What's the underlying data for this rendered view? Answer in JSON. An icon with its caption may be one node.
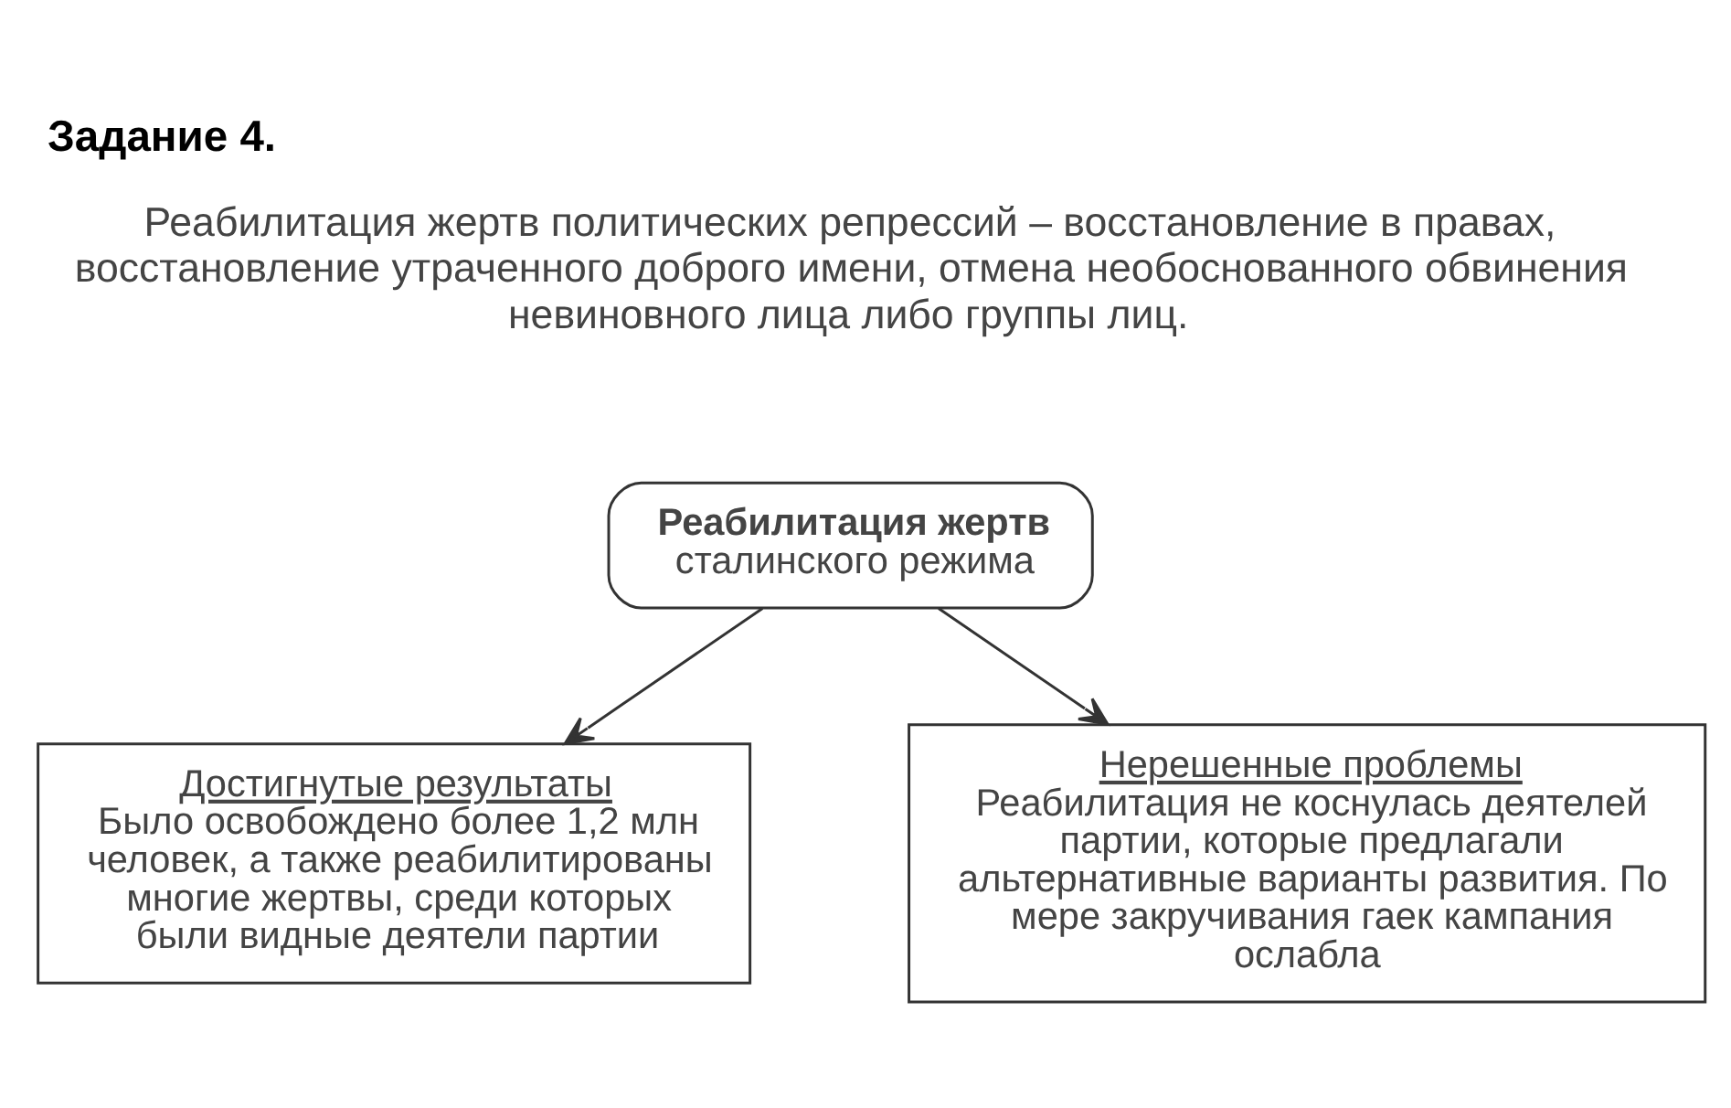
{
  "diagram": {
    "title": "Задание 4.",
    "nodes": [
      {
        "text": [
          "Реабилитация жертв",
          "сталинского режима"
        ]
      },
      {
        "text": [
          "Достигнутые результаты",
          "Было освобождено более 1,2 млн человек, а также реабилитированы многие жертвы, среди которых были видные деятели партии"
        ]
      },
      {
        "text": [
          "Нерешенные проблемы",
          "Реабилитация не коснулась деятелей партии, которые предлагали альтернативные варианты развития. По мере закручивания гаек кампания ослабла"
        ]
      }
    ],
    "edges": [
      {
        "from": 0,
        "to": 1,
        "arrow": "to"
      },
      {
        "from": 0,
        "to": 2,
        "arrow": "to"
      }
    ],
    "labels": [
      "Реабилитация жертв политических репрессий – восстановление в правах, восстановление утраченного доброго имени, отмена необоснованного обвинения невиновного лица либо группы лиц."
    ]
  }
}
